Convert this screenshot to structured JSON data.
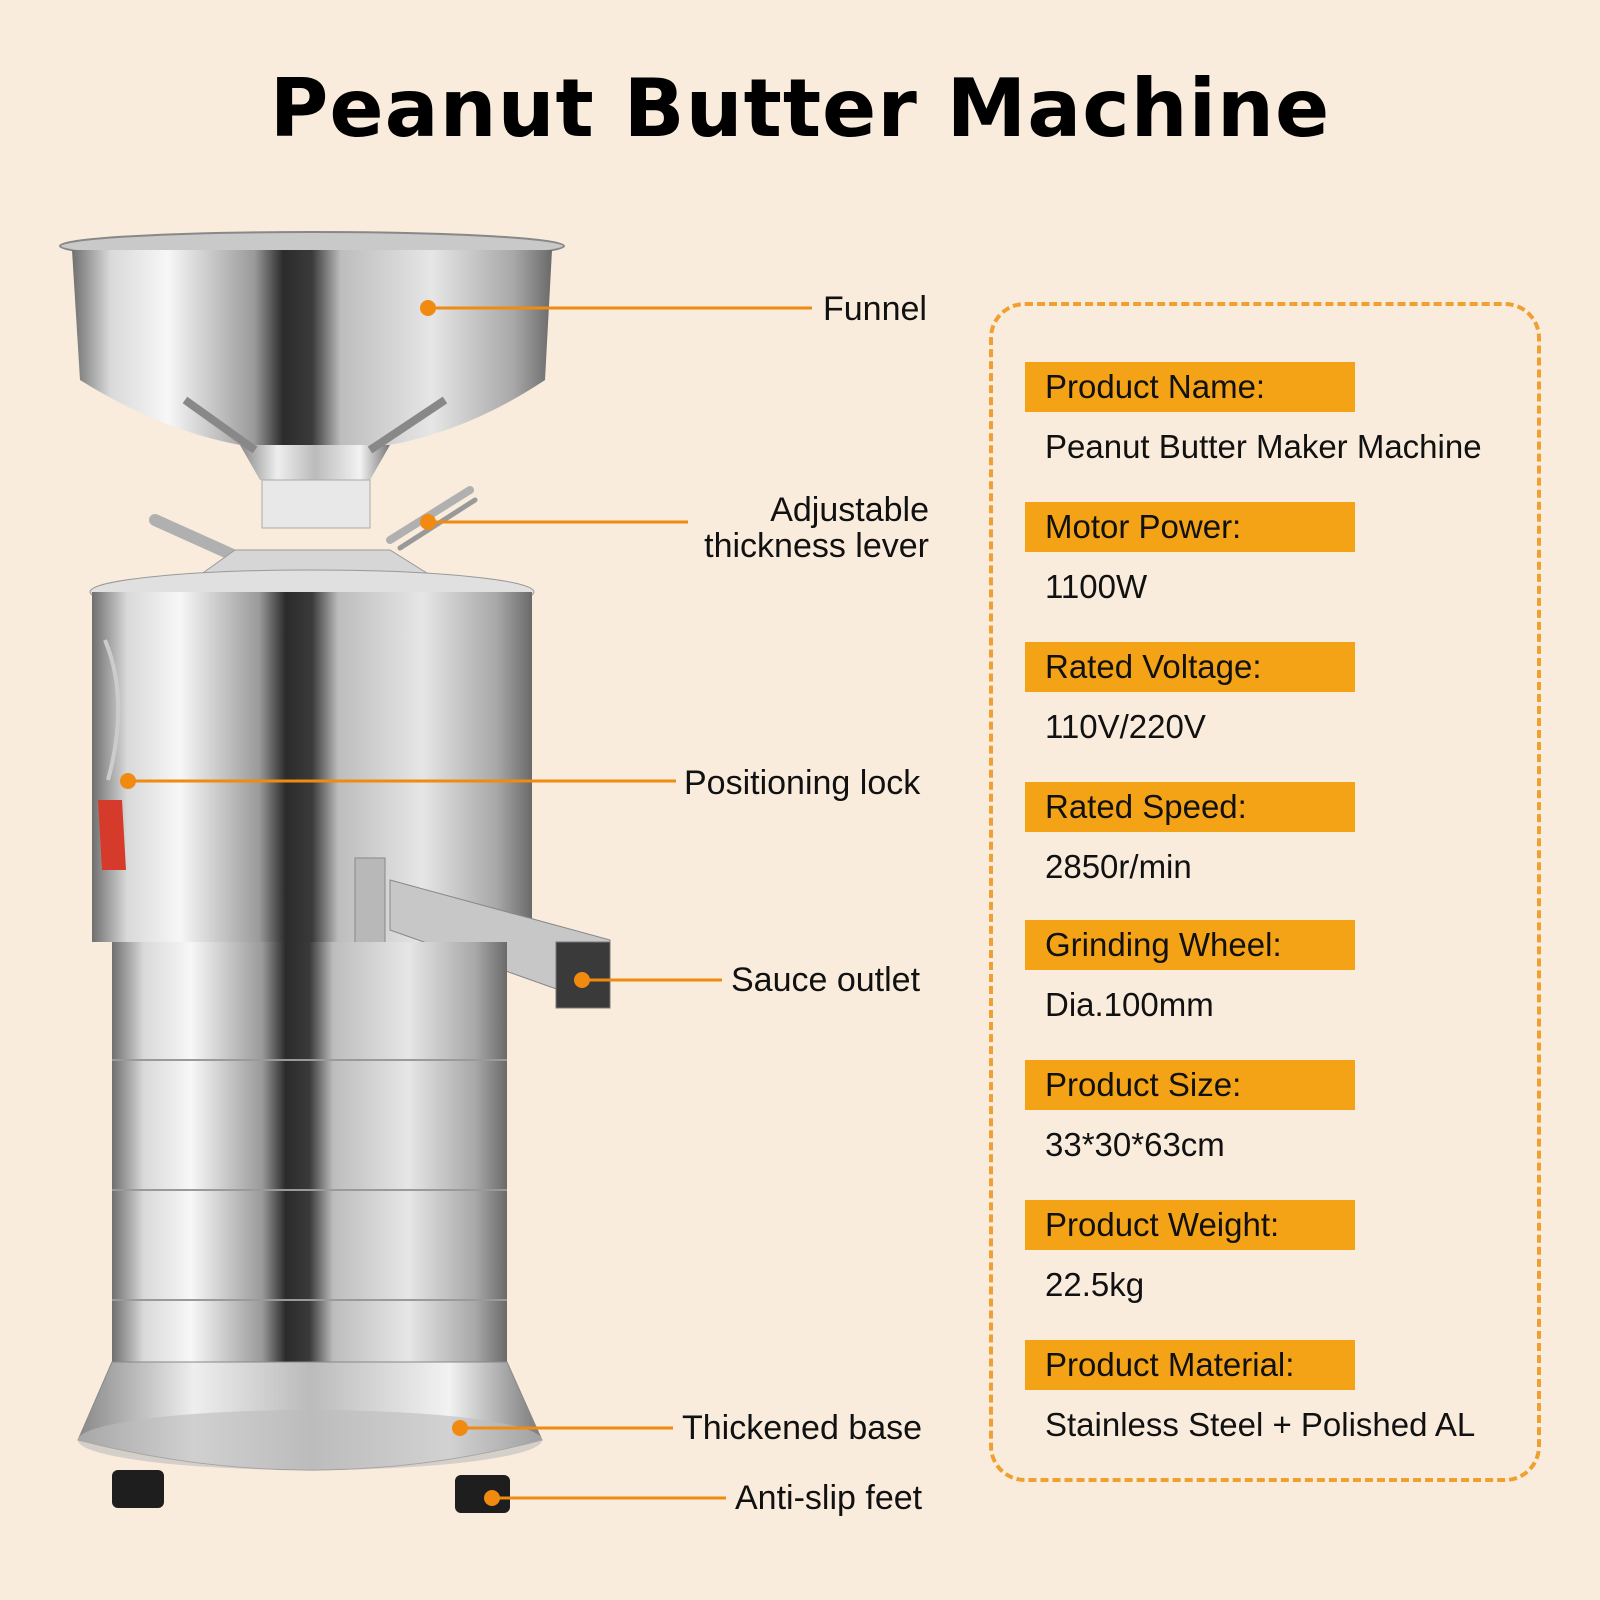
{
  "title": "Peanut Butter Machine",
  "callouts": {
    "funnel": "Funnel",
    "lever_line1": "Adjustable",
    "lever_line2": "thickness lever",
    "lock": "Positioning lock",
    "outlet": "Sauce outlet",
    "base": "Thickened base",
    "feet": "Anti-slip feet"
  },
  "specs": [
    {
      "label": "Product Name:",
      "value": "Peanut Butter Maker Machine"
    },
    {
      "label": "Motor Power:",
      "value": "1100W"
    },
    {
      "label": "Rated Voltage:",
      "value": "110V/220V"
    },
    {
      "label": "Rated Speed:",
      "value": "2850r/min"
    },
    {
      "label": "Grinding Wheel:",
      "value": "Dia.100mm"
    },
    {
      "label": "Product Size:",
      "value": "33*30*63cm"
    },
    {
      "label": "Product Weight:",
      "value": "22.5kg"
    },
    {
      "label": "Product Material:",
      "value": "Stainless Steel + Polished AL"
    }
  ],
  "colors": {
    "background": "#f9ecdc",
    "accent": "#f5a316",
    "leader_line": "#f08a10"
  }
}
